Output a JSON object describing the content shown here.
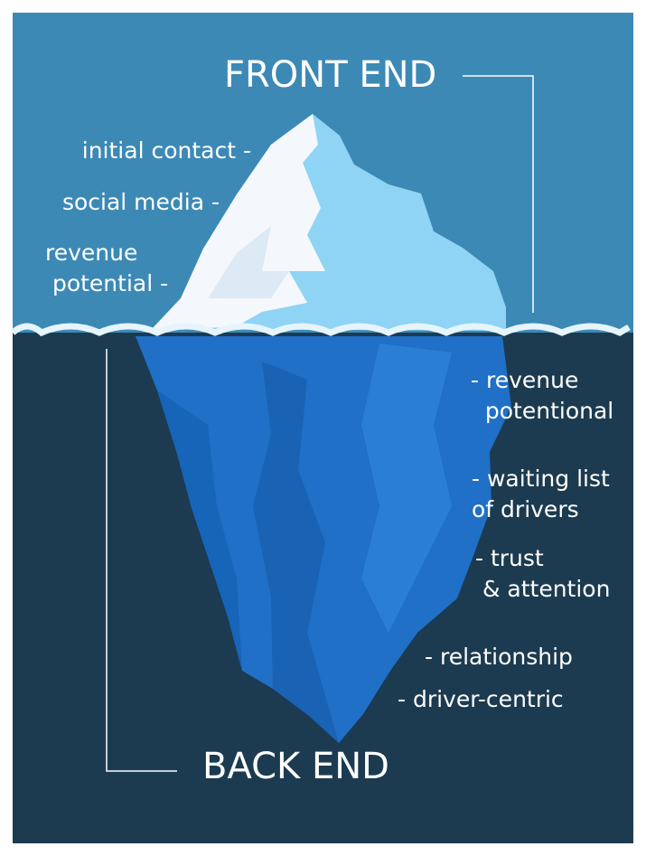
{
  "title_top": "FRONT END",
  "title_bottom": "BACK END",
  "front_end_items": [
    "initial contact -",
    "social media -",
    "revenue\n potential -"
  ],
  "back_end_items": [
    "- revenue\n  potentional",
    "- waiting list\nof drivers",
    "- trust\n & attention",
    "- relationship",
    "- driver-centric"
  ],
  "colors": {
    "sky": "#3c89b6",
    "deep": "#1c3b50",
    "ice_light": "#8fd4f4",
    "ice_white": "#f4f8fc",
    "ice_under": "#1f70c6"
  }
}
